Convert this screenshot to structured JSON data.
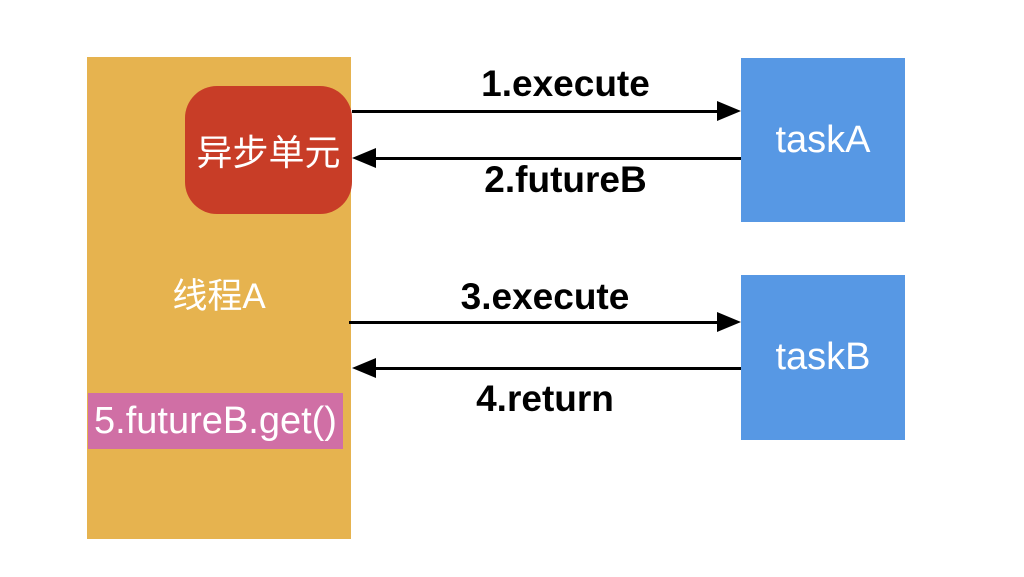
{
  "diagram": {
    "thread_box": {
      "label": "线程A"
    },
    "async_unit": {
      "label": "异步单元"
    },
    "future_get": {
      "label": "5.futureB.get()"
    },
    "task_a": {
      "label": "taskA"
    },
    "task_b": {
      "label": "taskB"
    },
    "arrows": [
      {
        "label": "1.execute",
        "direction": "right",
        "from": "async_unit",
        "to": "task_a"
      },
      {
        "label": "2.futureB",
        "direction": "left",
        "from": "task_a",
        "to": "async_unit"
      },
      {
        "label": "3.execute",
        "direction": "right",
        "from": "thread_box",
        "to": "task_b"
      },
      {
        "label": "4.return",
        "direction": "left",
        "from": "task_b",
        "to": "thread_box"
      }
    ]
  },
  "colors": {
    "background": "#FFFFFF",
    "thread_box": "#E6B34F",
    "async_unit": "#C83D27",
    "future_get": "#D06FA5",
    "task": "#5798E4",
    "arrow": "#000000",
    "label_text": "#000000",
    "box_text": "#FFFFFF"
  }
}
